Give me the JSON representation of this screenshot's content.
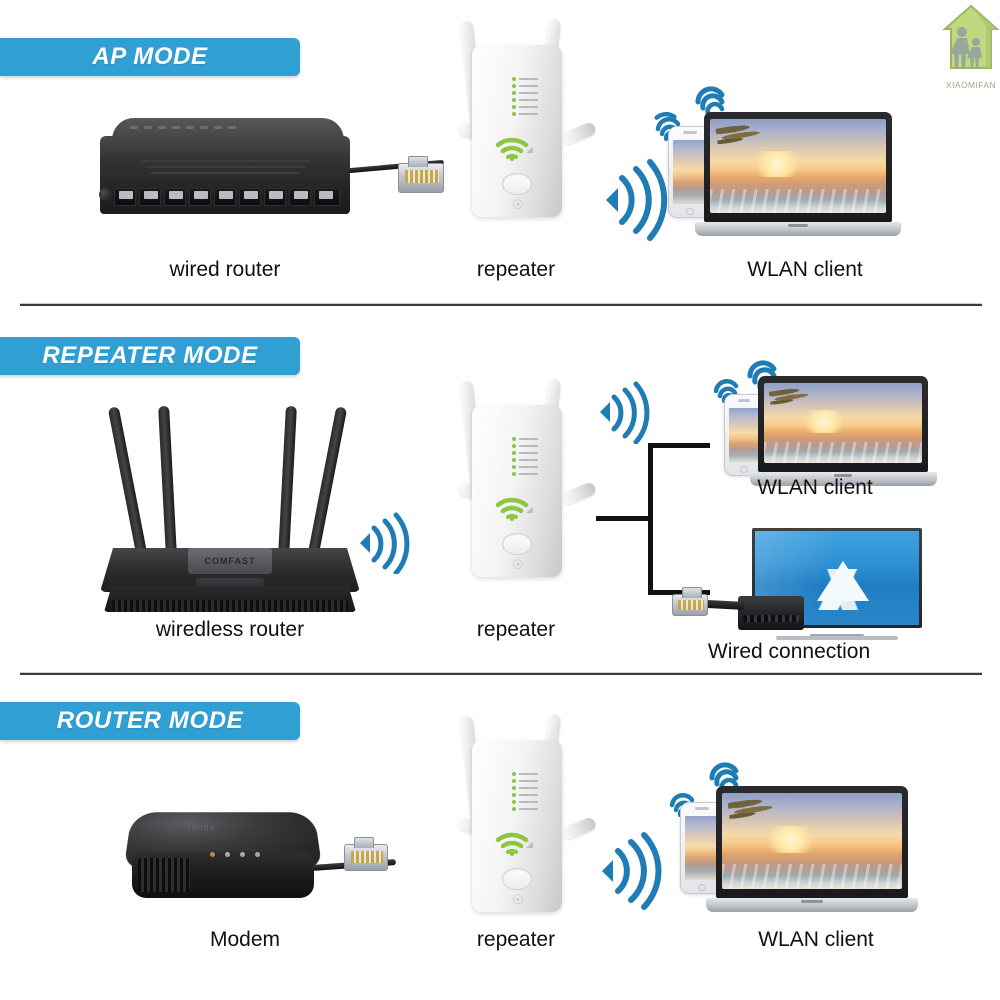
{
  "watermark": {
    "brand_text": "XIAOMIFAN",
    "icon": "house-family-logo",
    "color": "#9cc05a"
  },
  "theme": {
    "banner_color": "#2f9fd4",
    "wifi_arc_color": "#1f7cb4",
    "led_color": "#8dc63f",
    "divider_color": "#3a3a3a"
  },
  "sections": [
    {
      "banner_label": "AP MODE",
      "devices": {
        "source_caption": "wired router",
        "repeater_caption": "repeater",
        "client_caption": "WLAN client"
      },
      "source_icon": "wired-router-switch",
      "client_icon": "laptop-and-smartphone"
    },
    {
      "banner_label": "REPEATER MODE",
      "devices": {
        "source_caption": "wiredless router",
        "repeater_caption": "repeater",
        "client_caption": "WLAN client",
        "wired_caption": "Wired connection"
      },
      "source_icon": "wireless-router-4-antenna",
      "client_icon": "laptop-and-smartphone",
      "wired_icon": "television-and-set-top-box",
      "router_brand": "COMFAST"
    },
    {
      "banner_label": "ROUTER MODE",
      "devices": {
        "source_caption": "Modem",
        "repeater_caption": "repeater",
        "client_caption": "WLAN client"
      },
      "source_icon": "modem-box",
      "client_icon": "laptop-and-smartphone"
    }
  ],
  "repeater": {
    "led_count": 6,
    "wifi_logo": "wifi-signal-icon",
    "button": "wps-button",
    "power_mark": "☉"
  }
}
